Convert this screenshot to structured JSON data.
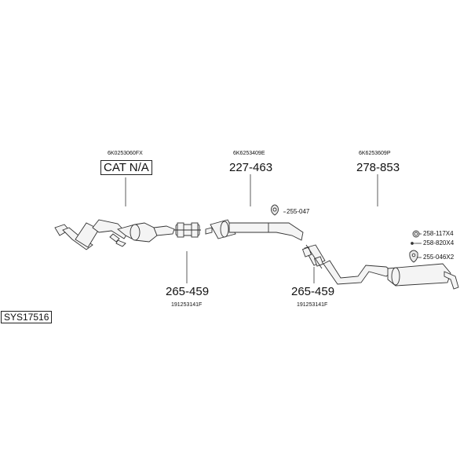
{
  "system": {
    "code": "SYS17516"
  },
  "parts": [
    {
      "oem": "6K0253060FX",
      "number": "CAT N/A"
    },
    {
      "oem": "6K6253409E",
      "number": "227-463"
    },
    {
      "oem": "6K6253609P",
      "number": "278-853"
    },
    {
      "oem": "191253141F",
      "number": "265-459"
    },
    {
      "oem": "191253141F",
      "number": "265-459"
    }
  ],
  "small_parts": [
    {
      "number": "255-047",
      "icon": "rubber-hanger-icon"
    },
    {
      "number": "258-117X4",
      "icon": "washer-ring-icon"
    },
    {
      "number": "258-820X4",
      "icon": "bolt-icon"
    },
    {
      "number": "255-046X2",
      "icon": "rubber-hanger-icon"
    }
  ]
}
